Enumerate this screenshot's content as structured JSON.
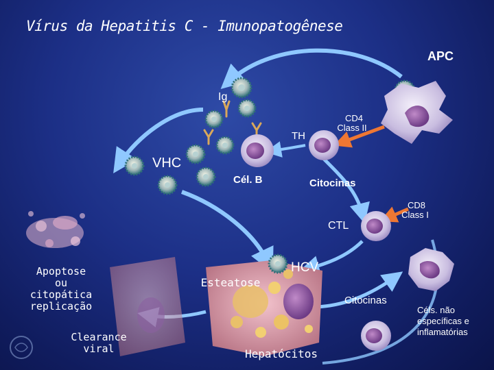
{
  "title": "Vírus da Hepatitis C - Imunopatogênese",
  "labels": {
    "apc": "APC",
    "ig": "Ig",
    "th": "TH",
    "cd4": "CD4",
    "class_ii": "Class II",
    "vhc": "VHC",
    "cel_b": "Cél. B",
    "citocinas_top": "Citocinas",
    "cd8": "CD8",
    "class_i": "Class I",
    "ctl": "CTL",
    "apoptose": [
      "Apoptose",
      "ou",
      "citopática",
      "replicação"
    ],
    "clearance": [
      "Clearance",
      "viral"
    ],
    "esteatose": "Esteatose",
    "hcv": "HCV",
    "citocinas_bottom": "Citocinas",
    "cels_nao": [
      "Céls. não",
      "específicas e",
      "inflamatórias"
    ],
    "hepatocitos": "Hepatócitos"
  },
  "colors": {
    "arrow_blue": "#8fc8ff",
    "arrow_orange": "#ee7733",
    "virus_teal": "#2f6f78",
    "cell_lavender": "#d9d0ea",
    "hepatocyte_pink": "#d89aa6"
  }
}
